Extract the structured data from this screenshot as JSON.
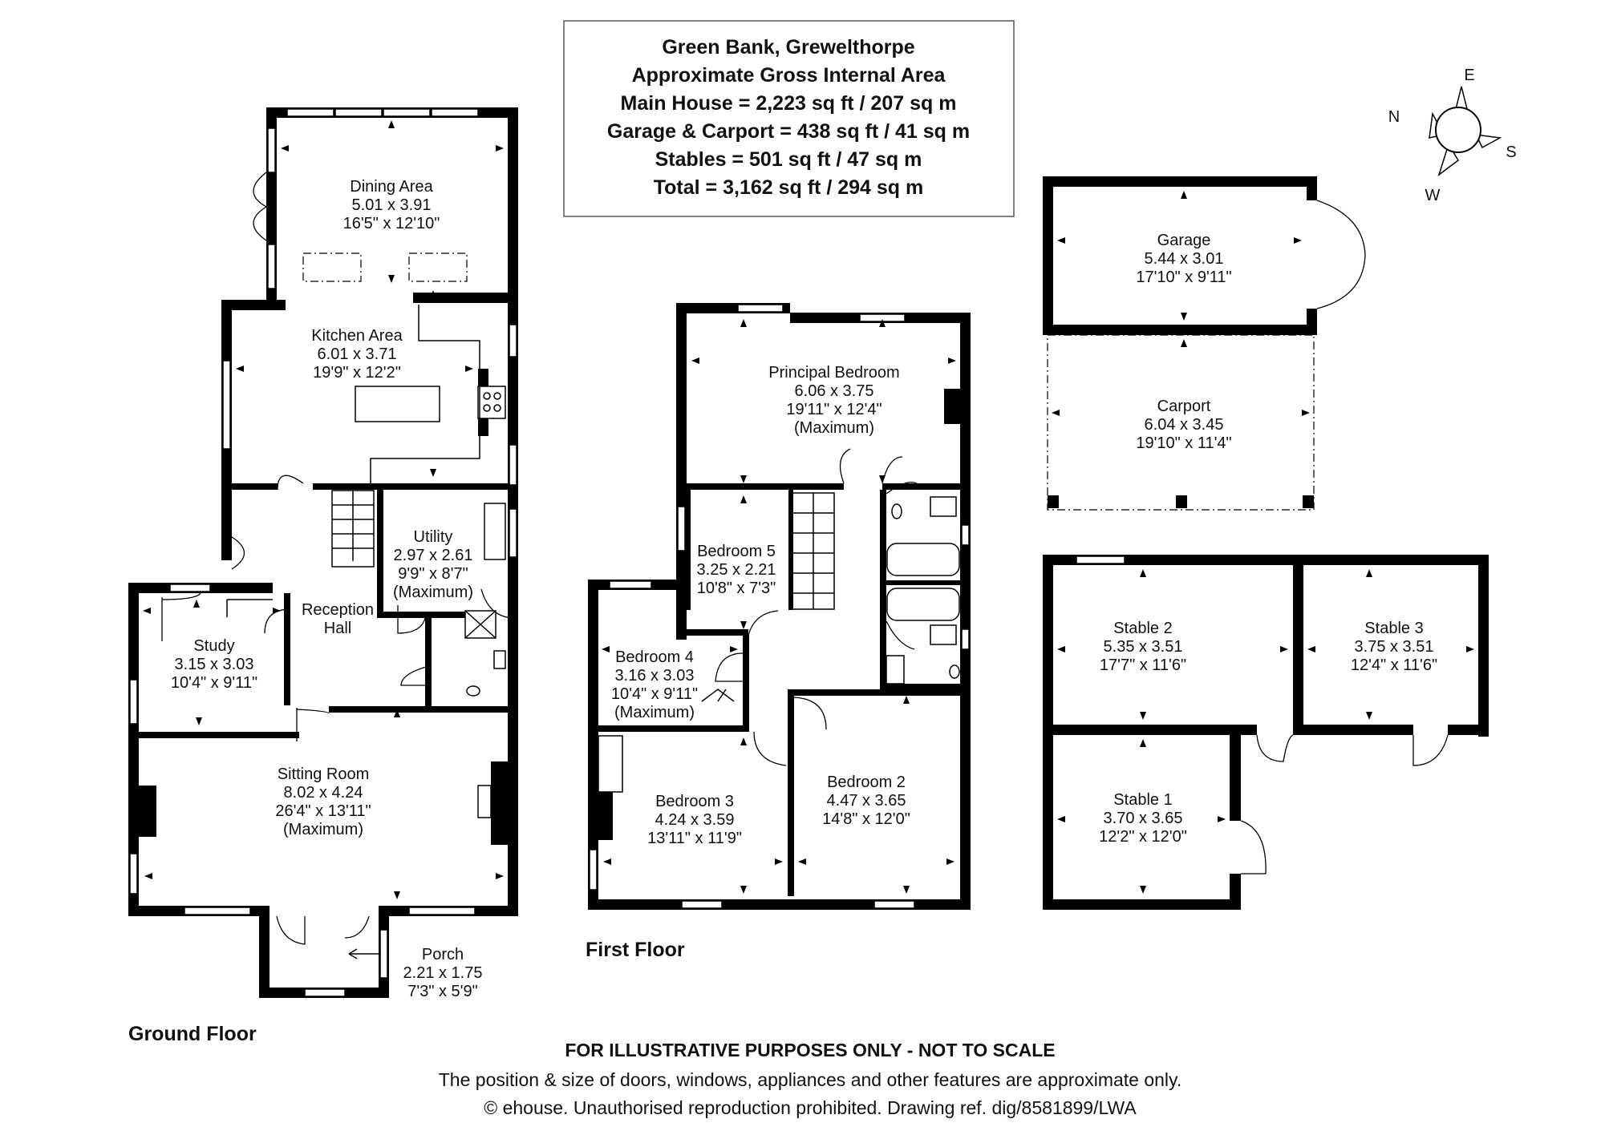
{
  "title_box": {
    "lines": [
      "Green Bank, Grewelthorpe",
      "Approximate Gross Internal Area",
      "Main House = 2,223 sq ft / 207 sq m",
      "Garage & Carport = 438 sq ft / 41 sq m",
      "Stables = 501 sq ft / 47 sq m",
      "Total = 3,162 sq ft / 294 sq m"
    ]
  },
  "compass": {
    "n": "N",
    "e": "E",
    "s": "S",
    "w": "W"
  },
  "floors": {
    "ground": "Ground Floor",
    "first": "First Floor"
  },
  "rooms": {
    "dining": [
      "Dining Area",
      "5.01 x 3.91",
      "16'5\" x 12'10\""
    ],
    "kitchen": [
      "Kitchen Area",
      "6.01 x 3.71",
      "19'9\" x 12'2\""
    ],
    "utility": [
      "Utility",
      "2.97 x 2.61",
      "9'9\" x 8'7\"",
      "(Maximum)"
    ],
    "reception": [
      "Reception",
      "Hall"
    ],
    "study": [
      "Study",
      "3.15 x 3.03",
      "10'4\" x 9'11\""
    ],
    "sitting": [
      "Sitting Room",
      "8.02 x 4.24",
      "26'4\" x 13'11\"",
      "(Maximum)"
    ],
    "porch": [
      "Porch",
      "2.21 x 1.75",
      "7'3\" x 5'9\""
    ],
    "principal": [
      "Principal Bedroom",
      "6.06 x 3.75",
      "19'11\" x 12'4\"",
      "(Maximum)"
    ],
    "bed5": [
      "Bedroom 5",
      "3.25 x 2.21",
      "10'8\" x 7'3\""
    ],
    "bed4": [
      "Bedroom 4",
      "3.16 x 3.03",
      "10'4\" x 9'11\"",
      "(Maximum)"
    ],
    "bed3": [
      "Bedroom 3",
      "4.24 x 3.59",
      "13'11\" x 11'9\""
    ],
    "bed2": [
      "Bedroom 2",
      "4.47 x 3.65",
      "14'8\" x 12'0\""
    ],
    "garage": [
      "Garage",
      "5.44 x 3.01",
      "17'10\" x 9'11\""
    ],
    "carport": [
      "Carport",
      "6.04 x 3.45",
      "19'10\" x 11'4\""
    ],
    "stable2": [
      "Stable 2",
      "5.35 x 3.51",
      "17'7\" x 11'6\""
    ],
    "stable3": [
      "Stable 3",
      "3.75 x 3.51",
      "12'4\" x 11'6\""
    ],
    "stable1": [
      "Stable 1",
      "3.70 x 3.65",
      "12'2\" x 12'0\""
    ]
  },
  "footer": {
    "disclaimer": "FOR ILLUSTRATIVE PURPOSES ONLY - NOT TO SCALE",
    "note": "The position & size of doors, windows, appliances and other features are approximate only.",
    "copyright": "© ehouse. Unauthorised reproduction prohibited. Drawing ref. dig/8581899/LWA"
  }
}
